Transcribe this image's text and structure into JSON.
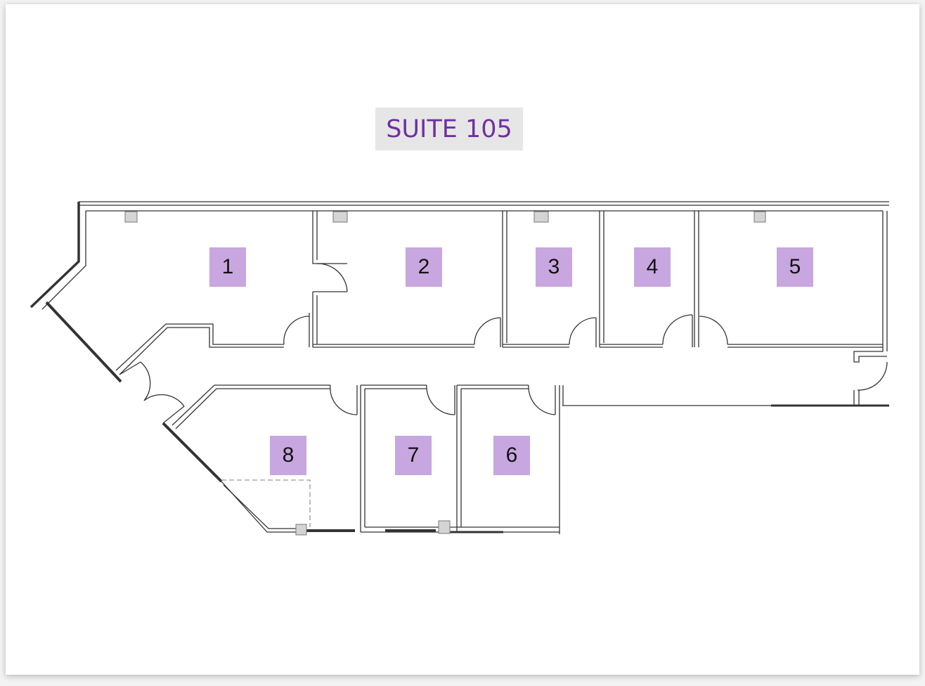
{
  "title": "SUITE 105",
  "rooms": [
    {
      "number": "1"
    },
    {
      "number": "2"
    },
    {
      "number": "3"
    },
    {
      "number": "4"
    },
    {
      "number": "5"
    },
    {
      "number": "6"
    },
    {
      "number": "7"
    },
    {
      "number": "8"
    }
  ],
  "colors": {
    "title_text": "#7030a0",
    "title_bg": "#e6e6e6",
    "room_label_bg": "#c8a6df"
  }
}
